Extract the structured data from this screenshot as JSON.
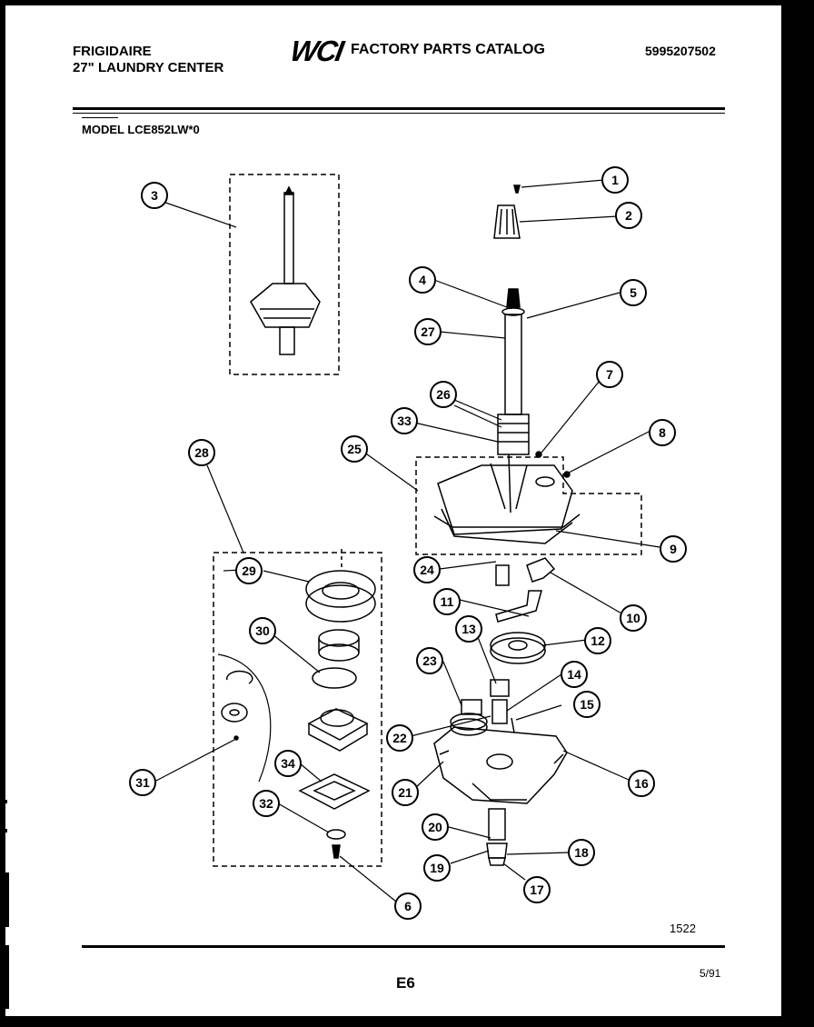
{
  "header": {
    "brand_line1": "FRIGIDAIRE",
    "brand_line2": "27\" LAUNDRY CENTER",
    "logo": "WCI",
    "catalog_title": "FACTORY PARTS CATALOG",
    "catalog_number": "5995207502"
  },
  "model": "MODEL LCE852LW*0",
  "footer": {
    "figure_number": "1522",
    "page_id": "E6",
    "date": "5/91"
  },
  "callouts": [
    "1",
    "2",
    "3",
    "4",
    "5",
    "6",
    "7",
    "8",
    "9",
    "10",
    "11",
    "12",
    "13",
    "14",
    "15",
    "16",
    "17",
    "18",
    "19",
    "20",
    "21",
    "22",
    "23",
    "24",
    "25",
    "26",
    "27",
    "28",
    "29",
    "30",
    "31",
    "32",
    "33",
    "34"
  ]
}
